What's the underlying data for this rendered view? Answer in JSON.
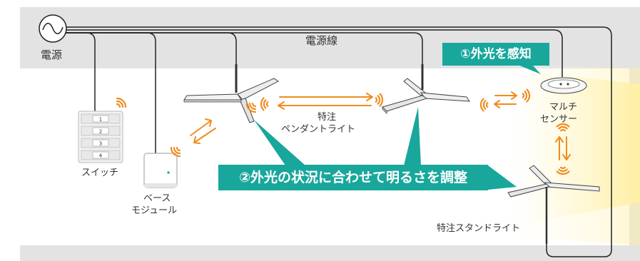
{
  "labels": {
    "power_source": "電源",
    "power_line": "電源線",
    "switch": "スイッチ",
    "base_module_line1": "ベース",
    "base_module_line2": "モジュール",
    "pendant_line1": "特注",
    "pendant_line2": "ペンダントライト",
    "multi_sensor_line1": "マルチ",
    "multi_sensor_line2": "センサー",
    "stand_light": "特注スタンドライト"
  },
  "callouts": {
    "detect_light": "①外光を感知",
    "adjust_brightness": "②外光の状況に合わせて明るさを調整"
  },
  "switch_buttons": [
    "1",
    "2",
    "3",
    "4"
  ],
  "colors": {
    "wall": "#e3e3e3",
    "teal": "#19a79c",
    "arrow": "#f08c1e",
    "light_beam": "#fff2b0",
    "wire": "#222222"
  }
}
